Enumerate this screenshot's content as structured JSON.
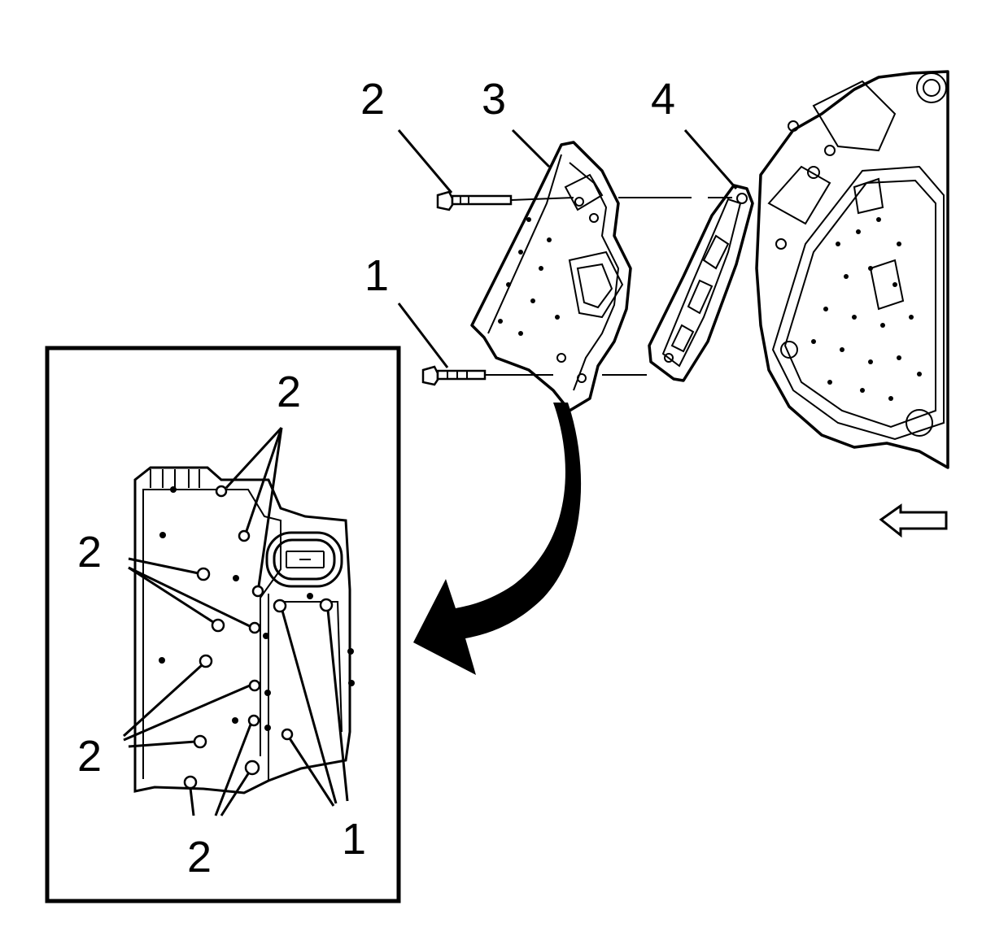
{
  "callouts": {
    "bolt_top": "2",
    "bolt_bottom": "1",
    "part_3": "3",
    "part_4": "4",
    "detail_top": "2",
    "detail_left_upper": "2",
    "detail_left_lower": "2",
    "detail_bottom": "2",
    "detail_right": "1"
  },
  "icons": {
    "direction_arrow": "hollow-left-arrow-icon",
    "detail_arrow": "curved-arrow-icon"
  },
  "colors": {
    "ink": "#000000",
    "paper": "#ffffff"
  }
}
